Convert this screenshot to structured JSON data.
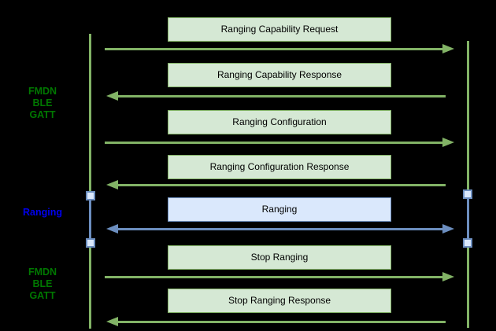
{
  "colors": {
    "background": "#000000",
    "green_stroke": "#82b366",
    "green_fill": "#d5e8d4",
    "blue_stroke": "#6c8ebf",
    "blue_fill": "#dae8fc",
    "label_green": "#007700",
    "label_blue": "#0000ee",
    "message_text": "#000000"
  },
  "side_labels": [
    {
      "id": "fmdn-ble-gatt-top",
      "color": "green",
      "lines": [
        "FMDN",
        "BLE",
        "GATT"
      ]
    },
    {
      "id": "ranging",
      "color": "blue",
      "lines": [
        "Ranging"
      ]
    },
    {
      "id": "fmdn-ble-gatt-bottom",
      "color": "green",
      "lines": [
        "FMDN",
        "BLE",
        "GATT"
      ]
    }
  ],
  "messages": [
    {
      "label": "Ranging Capability Request",
      "direction": "right",
      "channel": "green"
    },
    {
      "label": "Ranging Capability Response",
      "direction": "left",
      "channel": "green"
    },
    {
      "label": "Ranging Configuration",
      "direction": "right",
      "channel": "green"
    },
    {
      "label": "Ranging Configuration Response",
      "direction": "left",
      "channel": "green"
    },
    {
      "label": "Ranging",
      "direction": "both",
      "channel": "blue"
    },
    {
      "label": "Stop Ranging",
      "direction": "right",
      "channel": "green"
    },
    {
      "label": "Stop Ranging Response",
      "direction": "left",
      "channel": "green"
    }
  ]
}
